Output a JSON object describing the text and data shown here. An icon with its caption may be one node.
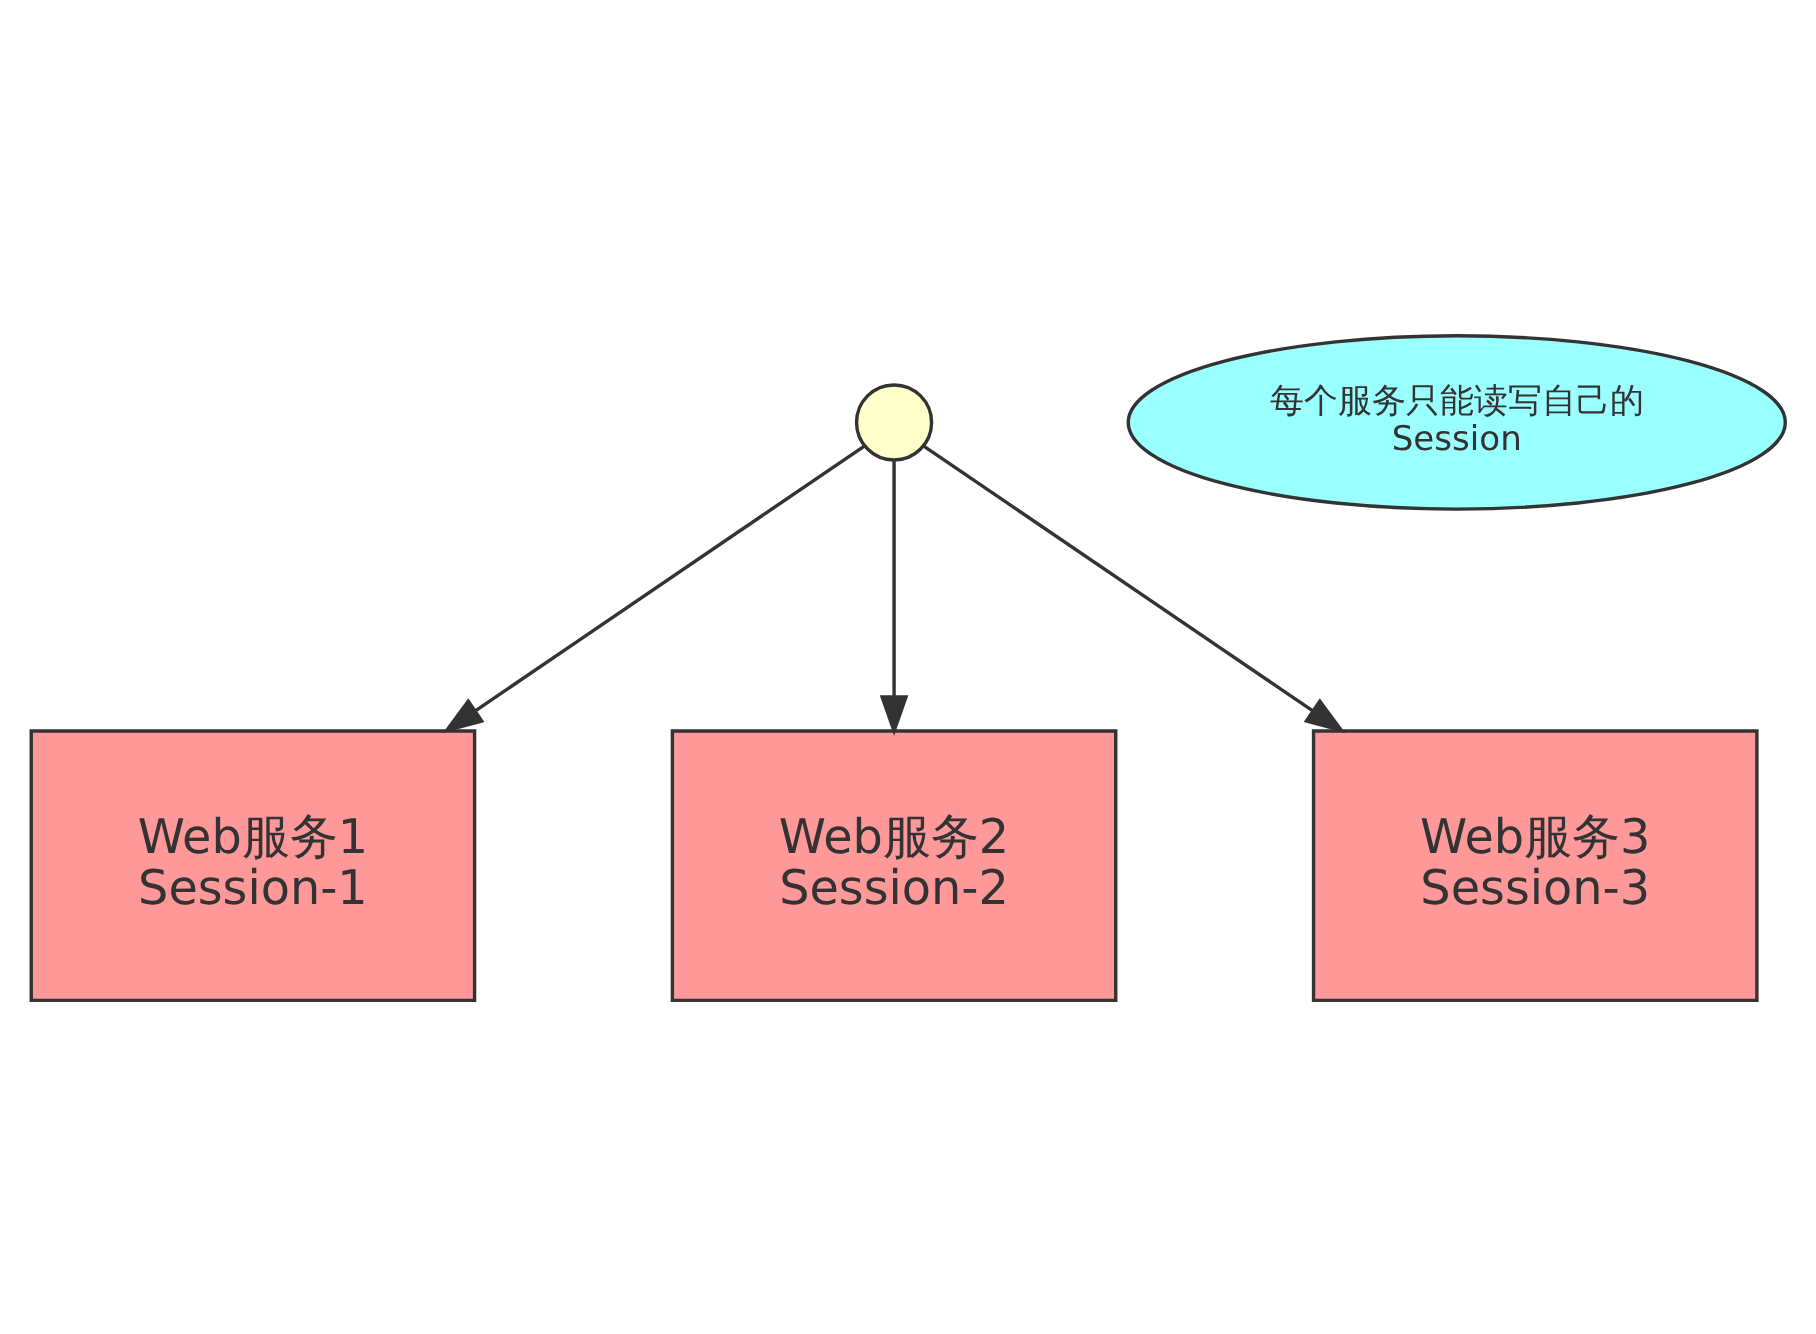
{
  "diagram": {
    "nodes": [
      {
        "text": [],
        "shape": "person"
      },
      {
        "text": [
          "Web服务1 Session-1"
        ]
      },
      {
        "text": [
          "Web服务2 Session-2"
        ]
      },
      {
        "text": [
          "Web服务3 Session-3"
        ]
      },
      {
        "text": [
          "每个服务只能读写自己的Session"
        ]
      }
    ],
    "edges": [
      {
        "from": 0,
        "to": 1,
        "arrow": "to"
      },
      {
        "from": 0,
        "to": 2,
        "arrow": "to"
      },
      {
        "from": 0,
        "to": 3,
        "arrow": "to"
      }
    ]
  }
}
